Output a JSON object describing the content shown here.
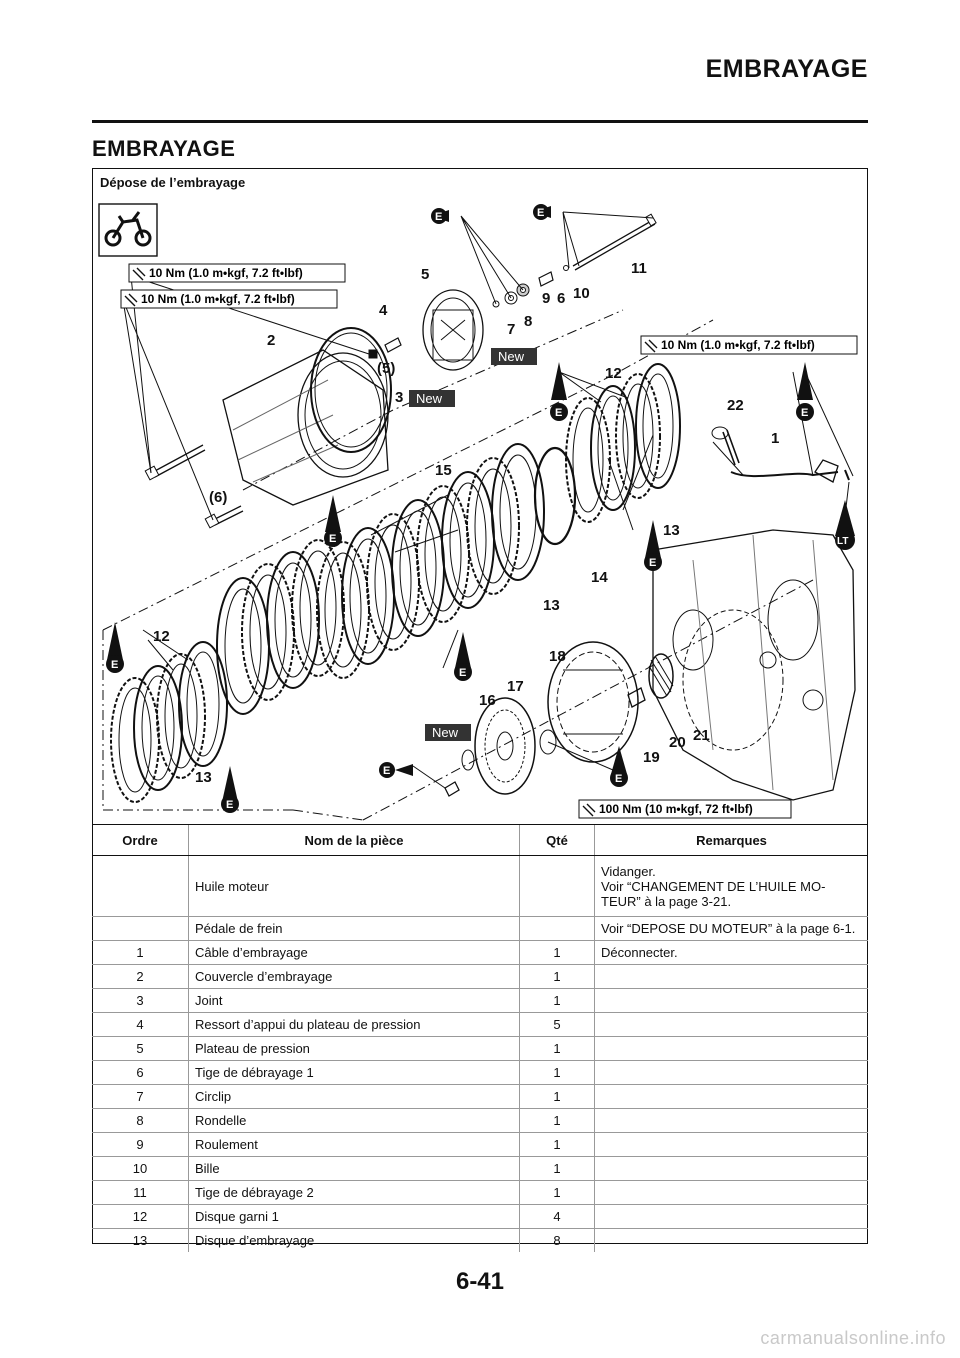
{
  "header": {
    "title": "EMBRAYAGE"
  },
  "section": {
    "title": "EMBRAYAGE"
  },
  "figure": {
    "title": "Dépose de l’embrayage",
    "torque_labels": [
      "10 Nm (1.0 m•kgf, 7.2 ft•lbf)",
      "10 Nm (1.0 m•kgf, 7.2 ft•lbf)",
      "10 Nm (1.0 m•kgf, 7.2 ft•lbf)",
      "100 Nm (10 m•kgf, 72 ft•lbf)"
    ],
    "new_label": "New",
    "oil_mark": "E",
    "locktite_mark": "LT",
    "callouts": [
      "1",
      "2",
      "3",
      "4",
      "(5)",
      "5",
      "(6)",
      "6",
      "7",
      "8",
      "9",
      "10",
      "11",
      "12",
      "12",
      "13",
      "13",
      "13",
      "14",
      "15",
      "16",
      "17",
      "18",
      "19",
      "20",
      "21",
      "22"
    ]
  },
  "table": {
    "headers": [
      "Ordre",
      "Nom de la pièce",
      "Qté",
      "Remarques"
    ],
    "rows": [
      {
        "order": "",
        "name": "Huile moteur",
        "qty": "",
        "remarks": "Vidanger.\nVoir “CHANGEMENT DE L’HUILE MO-\nTEUR” à la page 3-21."
      },
      {
        "order": "",
        "name": "Pédale de frein",
        "qty": "",
        "remarks": "Voir “DEPOSE DU MOTEUR” à la page 6-1."
      },
      {
        "order": "1",
        "name": "Câble d’embrayage",
        "qty": "1",
        "remarks": "Déconnecter."
      },
      {
        "order": "2",
        "name": "Couvercle d’embrayage",
        "qty": "1",
        "remarks": ""
      },
      {
        "order": "3",
        "name": "Joint",
        "qty": "1",
        "remarks": ""
      },
      {
        "order": "4",
        "name": "Ressort d’appui du plateau de pression",
        "qty": "5",
        "remarks": ""
      },
      {
        "order": "5",
        "name": "Plateau de pression",
        "qty": "1",
        "remarks": ""
      },
      {
        "order": "6",
        "name": "Tige de débrayage 1",
        "qty": "1",
        "remarks": ""
      },
      {
        "order": "7",
        "name": "Circlip",
        "qty": "1",
        "remarks": ""
      },
      {
        "order": "8",
        "name": "Rondelle",
        "qty": "1",
        "remarks": ""
      },
      {
        "order": "9",
        "name": "Roulement",
        "qty": "1",
        "remarks": ""
      },
      {
        "order": "10",
        "name": "Bille",
        "qty": "1",
        "remarks": ""
      },
      {
        "order": "11",
        "name": "Tige de débrayage 2",
        "qty": "1",
        "remarks": ""
      },
      {
        "order": "12",
        "name": "Disque garni 1",
        "qty": "4",
        "remarks": ""
      },
      {
        "order": "13",
        "name": "Disque d’embrayage",
        "qty": "8",
        "remarks": ""
      }
    ]
  },
  "page_number": "6-41",
  "watermark": "carmanualsonline.info"
}
